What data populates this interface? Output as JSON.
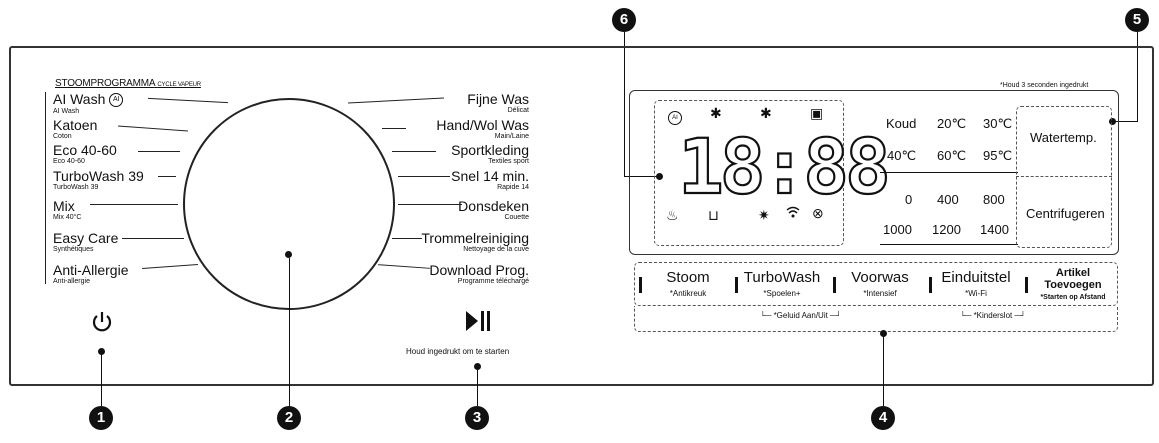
{
  "header": {
    "title": "STOOMPROGRAMMA",
    "subtitle": "CYCLE VAPEUR"
  },
  "left_programs": [
    {
      "name": "AI Wash",
      "sub": "AI Wash"
    },
    {
      "name": "Katoen",
      "sub": "Coton"
    },
    {
      "name": "Eco 40-60",
      "sub": "Eco 40-60"
    },
    {
      "name": "TurboWash 39",
      "sub": "TurboWash 39"
    },
    {
      "name": "Mix",
      "sub": "Mix 40°C"
    },
    {
      "name": "Easy Care",
      "sub": "Synthétiques"
    },
    {
      "name": "Anti-Allergie",
      "sub": "Anti-allergie"
    }
  ],
  "right_programs": [
    {
      "name": "Fijne Was",
      "sub": "Délicat"
    },
    {
      "name": "Hand/Wol Was",
      "sub": "Main/Laine"
    },
    {
      "name": "Sportkleding",
      "sub": "Textiles sport"
    },
    {
      "name": "Snel 14 min.",
      "sub": "Rapide 14"
    },
    {
      "name": "Donsdeken",
      "sub": "Couette"
    },
    {
      "name": "Trommelreiniging",
      "sub": "Nettoyage de la cuve"
    },
    {
      "name": "Download Prog.",
      "sub": "Programme téléchargé"
    }
  ],
  "start": {
    "hint": "Houd ingedrukt om te starten"
  },
  "display": {
    "digits": "18:88",
    "note": "*Houd 3 seconden ingedrukt",
    "temps": [
      "Koud",
      "20℃",
      "30℃",
      "40℃",
      "60℃",
      "95℃"
    ],
    "temp_label": "Watertemp.",
    "spins": [
      "0",
      "400",
      "800",
      "1000",
      "1200",
      "1400"
    ],
    "spin_label": "Centrifugeren"
  },
  "buttons": [
    {
      "name": "Stoom",
      "sub": "*Antikreuk"
    },
    {
      "name": "TurboWash",
      "sub": "*Spoelen+"
    },
    {
      "name": "Voorwas",
      "sub": "*Intensief"
    },
    {
      "name": "Einduitstel",
      "sub": "*Wi-Fi"
    },
    {
      "name": "Artikel Toevoegen",
      "sub": "*Starten op Afstand"
    }
  ],
  "combos": {
    "sound": "*Geluid Aan/Uit",
    "child_lock": "*Kinderslot"
  },
  "callouts": [
    "1",
    "2",
    "3",
    "4",
    "5",
    "6"
  ],
  "icons": {
    "power": "power-icon",
    "play_pause": "play-pause-icon",
    "ai": "ai-wash-icon",
    "wifi": "wifi-icon"
  }
}
